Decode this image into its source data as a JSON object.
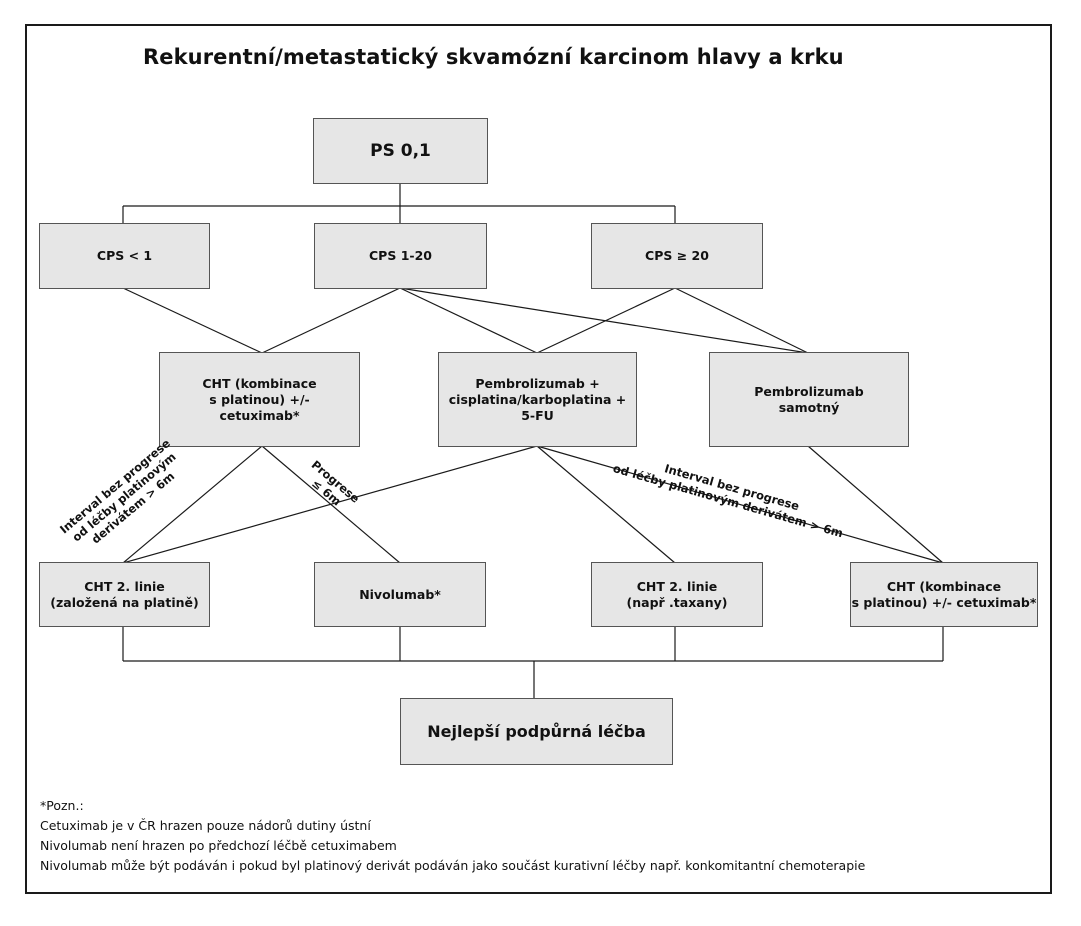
{
  "title": "Rekurentní/metastatický skvamózní karcinom hlavy a krku",
  "nodes": {
    "ps": "PS 0,1",
    "cps_low": "CPS < 1",
    "cps_mid": "CPS 1-20",
    "cps_high": "CPS ≥ 20",
    "cht_combo": "CHT (kombinace\ns platinou) +/-\ncetuximab*",
    "pembro_combo": "Pembrolizumab +\ncisplatina/karboplatina +\n5-FU",
    "pembro_mono": "Pembrolizumab\nsamotný",
    "cht2_platinum": "CHT 2. linie\n(založená na platině)",
    "nivolumab": "Nivolumab*",
    "cht2_taxanes": "CHT 2. linie\n(např .taxany)",
    "cht_combo_second": "CHT (kombinace\ns platinou) +/- cetuximab*",
    "best_support": "Nejlepší podpůrná léčba"
  },
  "edge_labels": {
    "interval_left": "Interval bez progrese\nod léčby platinovým\nderivátem > 6m",
    "progression": "Progrese\n≤ 6m",
    "interval_right": "Interval bez progrese\nod léčby platinovým derivátem > 6m"
  },
  "notes": {
    "heading": "*Pozn.:",
    "lines": [
      "Cetuximab je v ČR hrazen pouze nádorů dutiny ústní",
      "Nivolumab není hrazen po předchozí léčbě cetuximabem",
      "Nivolumab může být podáván i pokud byl platinový derivát podáván jako součást kurativní léčby např. konkomitantní chemoterapie"
    ]
  }
}
